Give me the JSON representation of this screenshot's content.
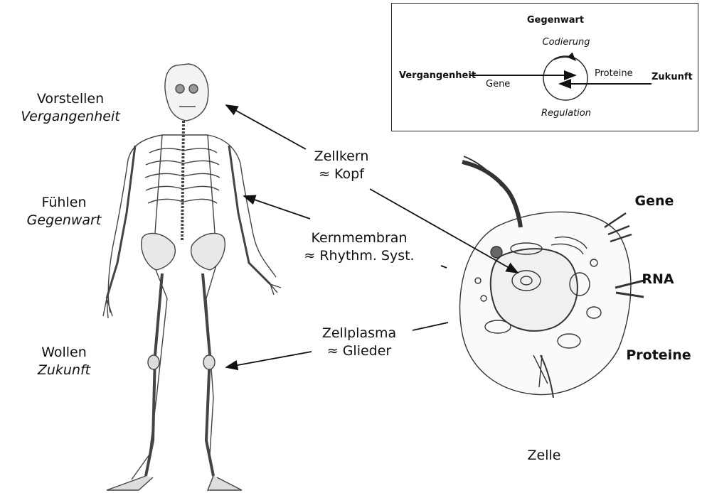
{
  "left_labels": {
    "vorstellen": {
      "line1": "Vorstellen",
      "line2": "Vergangenheit"
    },
    "fuehlen": {
      "line1": "Fühlen",
      "line2": "Gegenwart"
    },
    "wollen": {
      "line1": "Wollen",
      "line2": "Zukunft"
    }
  },
  "middle_labels": {
    "zellkern": {
      "line1": "Zellkern",
      "line2": "≈ Kopf"
    },
    "kernmembran": {
      "line1": "Kernmembran",
      "line2": "≈ Rhythm. Syst."
    },
    "zellplasma": {
      "line1": "Zellplasma",
      "line2": "≈ Glieder"
    }
  },
  "cell_labels": {
    "gene": "Gene",
    "rna": "RNA",
    "proteine": "Proteine",
    "caption": "Zelle"
  },
  "inset": {
    "title": "Gegenwart",
    "top_label": "Codierung",
    "bottom_label": "Regulation",
    "left_term": "Vergangenheit",
    "right_term": "Zukunft",
    "gene": "Gene",
    "proteine": "Proteine"
  }
}
